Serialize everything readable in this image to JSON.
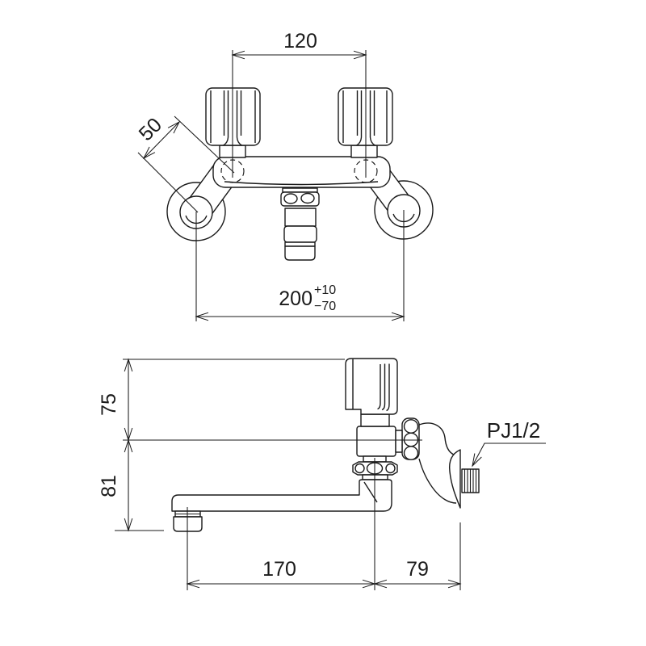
{
  "drawing": {
    "line_color": "#1a1a1a",
    "background": "#ffffff",
    "front_view": {
      "handle_pitch": "120",
      "diagonal_offset": "50",
      "inlet_pitch": "200",
      "inlet_tol_upper": "+10",
      "inlet_tol_lower": "−70"
    },
    "side_view": {
      "height_upper": "75",
      "height_lower": "81",
      "spout_reach": "170",
      "wall_offset": "79",
      "thread_label": "PJ1/2"
    }
  }
}
